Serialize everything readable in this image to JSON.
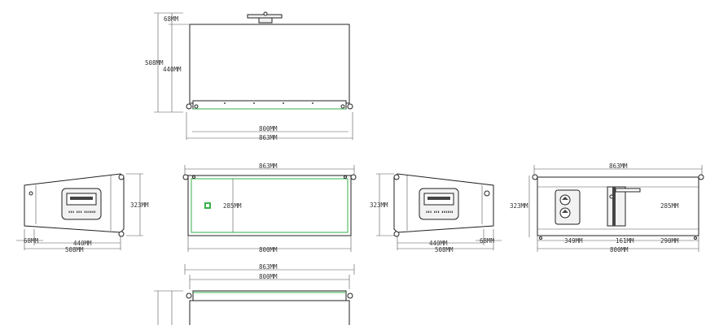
{
  "colors": {
    "line": "#333333",
    "green_accent": "#36b24a",
    "background": "#ffffff"
  },
  "top_view": {
    "dims": {
      "top_margin": "68MM",
      "depth_total": "508MM",
      "depth_body": "440MM",
      "width_body": "800MM",
      "width_total": "863MM"
    }
  },
  "side_view_left": {
    "dims": {
      "height": "323MM",
      "rear": "68MM",
      "depth_body": "440MM",
      "depth_total": "508MM"
    }
  },
  "front_view": {
    "dims": {
      "width_total": "863MM",
      "height": "285MM",
      "width_body": "800MM"
    }
  },
  "side_view_right": {
    "dims": {
      "height": "323MM",
      "depth_body": "440MM",
      "rear": "68MM",
      "depth_total": "508MM"
    }
  },
  "rear_view": {
    "dims": {
      "width_total": "863MM",
      "height_left": "323MM",
      "height_right": "285MM",
      "seg_a": "349MM",
      "seg_b": "161MM",
      "seg_c": "290MM",
      "width_body": "800MM"
    }
  },
  "bottom_view": {
    "dims": {
      "width_total": "863MM",
      "width_body": "800MM"
    }
  }
}
